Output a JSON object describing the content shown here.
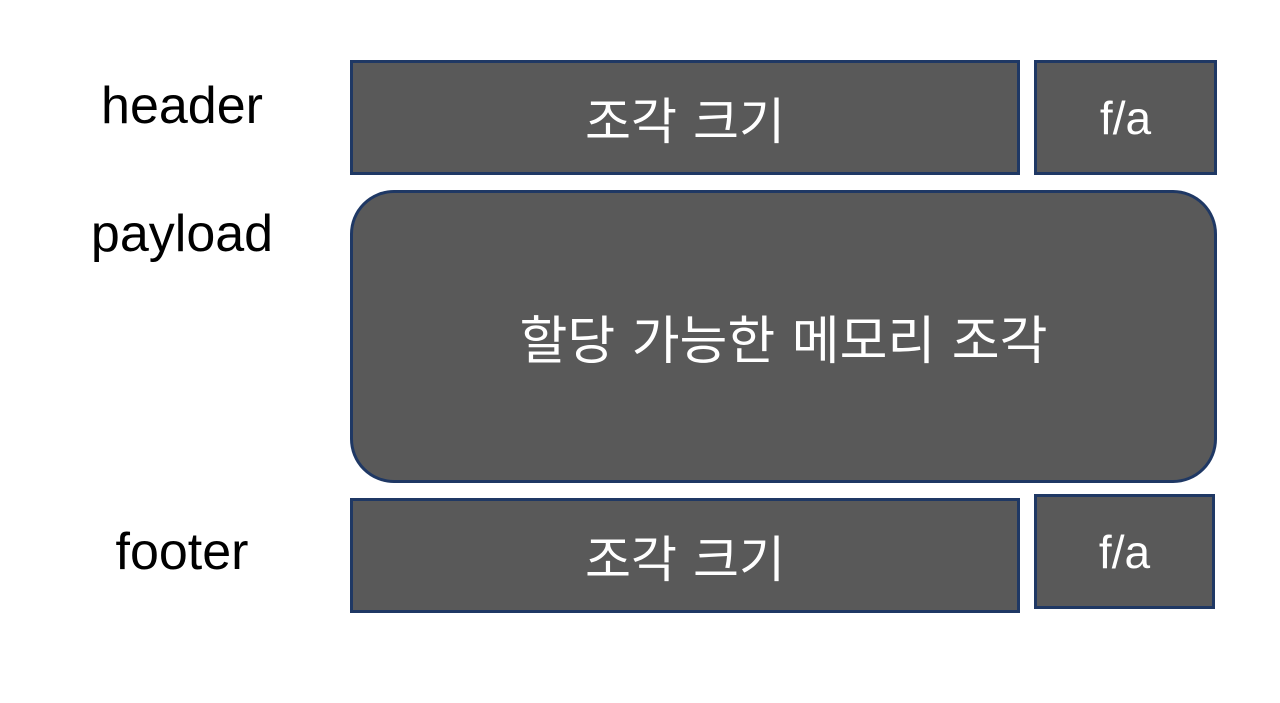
{
  "labels": {
    "header": "header",
    "payload": "payload",
    "footer": "footer"
  },
  "header": {
    "size": "조각 크기",
    "flag": "f/a"
  },
  "payload": {
    "text": "할당 가능한 메모리 조각"
  },
  "footer": {
    "size": "조각 크기",
    "flag": "f/a"
  },
  "colors": {
    "block_fill": "#595959",
    "block_border": "#1f3864",
    "block_text": "#ffffff",
    "label_text": "#000000"
  }
}
